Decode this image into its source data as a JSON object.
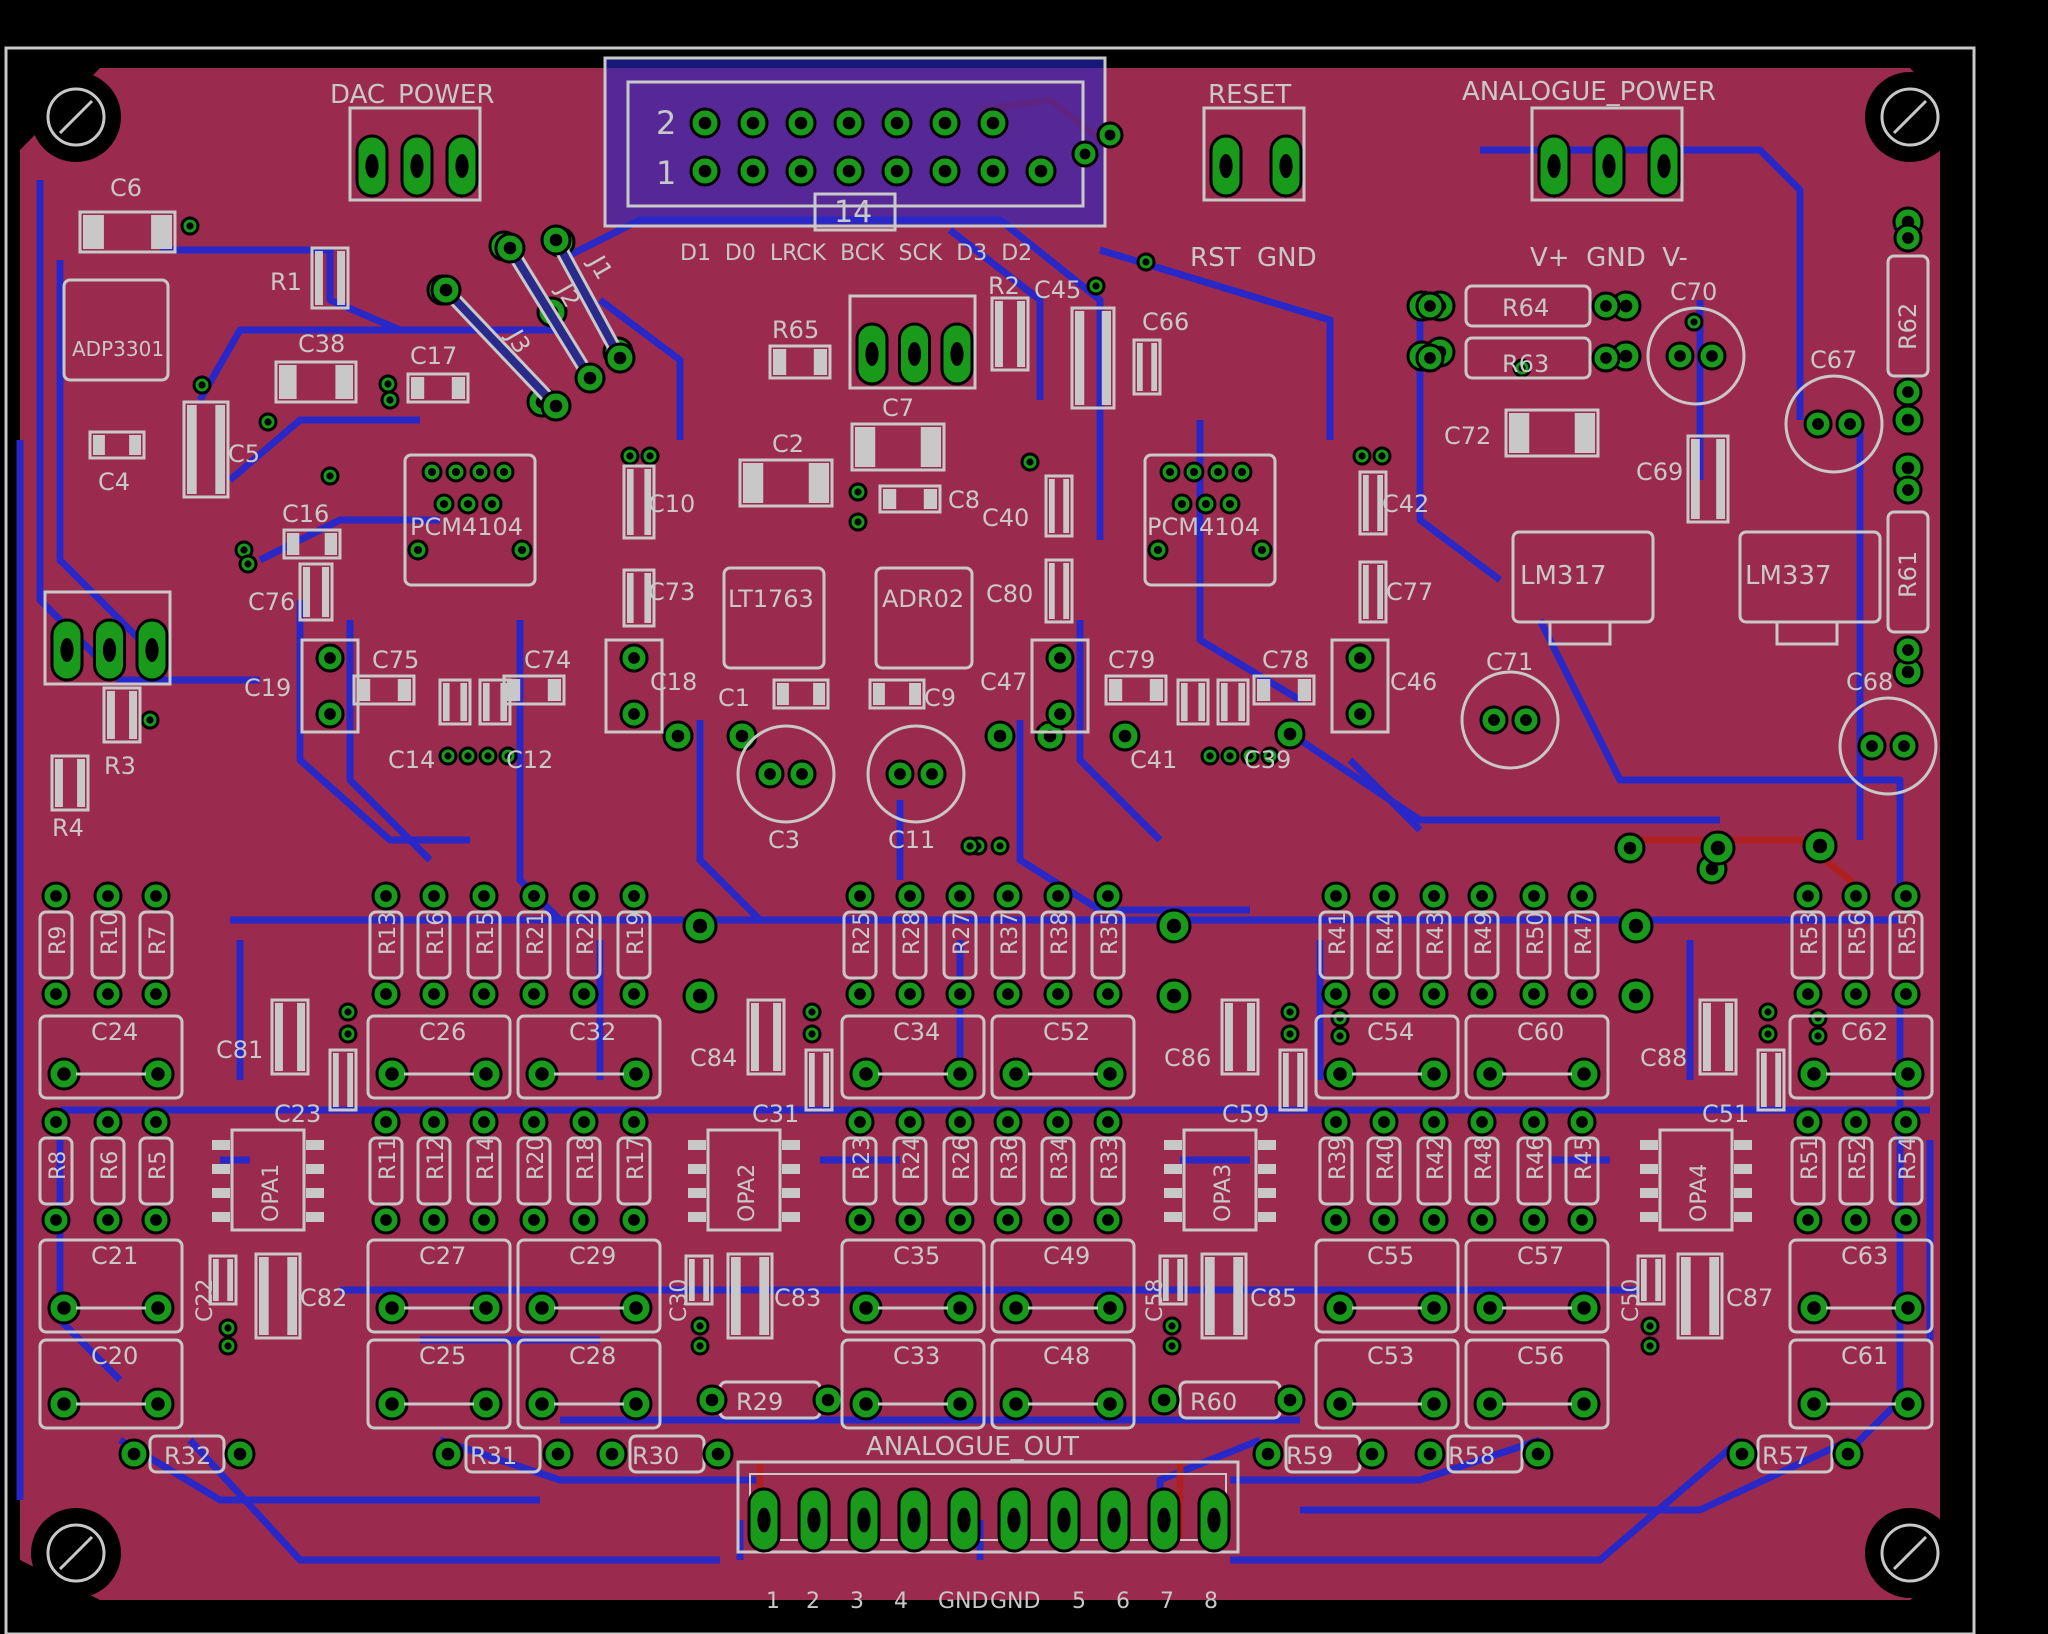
{
  "colors": {
    "background": "#000000",
    "board": "#9b2a4f",
    "bottom_trace": "#2828c8",
    "top_trace": "#b02020",
    "silk": "#c8c8c8",
    "pad": "#1a9a1a",
    "drill": "#000000"
  },
  "headers": {
    "dac_power": "DAC_POWER",
    "reset": "RESET",
    "analogue_power": "ANALOGUE_POWER",
    "analogue_out": "ANALOGUE_OUT"
  },
  "connector": {
    "row2": "2",
    "row1": "1",
    "pin14": "14",
    "signals": "D1  D0  LRCK  BCK  SCK  D3  D2"
  },
  "pin_labels": {
    "reset": "RST  GND",
    "power": "V+  GND  V-",
    "outputs": [
      "1",
      "2",
      "3",
      "4",
      "GND",
      "GND",
      "5",
      "6",
      "7",
      "8"
    ]
  },
  "ics": {
    "adp": "ADP3301",
    "pcm_left": "PCM4104",
    "pcm_right": "PCM4104",
    "lt": "LT1763",
    "adr": "ADR02",
    "lm317": "LM317",
    "lm337": "LM337",
    "opa": [
      "OPA1",
      "OPA2",
      "OPA3",
      "OPA4"
    ]
  },
  "labels": {
    "C6": "C6",
    "R1": "R1",
    "C38": "C38",
    "C17": "C17",
    "C5": "C5",
    "C4": "C4",
    "C16": "C16",
    "C76": "C76",
    "C19": "C19",
    "C75": "C75",
    "C74": "C74",
    "C18": "C18",
    "C14": "C14",
    "C12": "C12",
    "R3": "R3",
    "R4": "R4",
    "C10": "C10",
    "C73": "C73",
    "C2": "C2",
    "C7": "C7",
    "C8": "C8",
    "C1": "C1",
    "C9": "C9",
    "C3": "C3",
    "C11": "C11",
    "R65": "R65",
    "R2": "R2",
    "C45": "C45",
    "C66": "C66",
    "C40": "C40",
    "C80": "C80",
    "C47": "C47",
    "C79": "C79",
    "C78": "C78",
    "C46": "C46",
    "C41": "C41",
    "C39": "C39",
    "C42": "C42",
    "C77": "C77",
    "R64": "R64",
    "R63": "R63",
    "C70": "C70",
    "C72": "C72",
    "C69": "C69",
    "C67": "C67",
    "R62": "R62",
    "R61": "R61",
    "C71": "C71",
    "C68": "C68",
    "J1": "J1",
    "J2": "J2",
    "J3": "J3",
    "C81": "C81",
    "C84": "C84",
    "C86": "C86",
    "C88": "C88",
    "C23": "C23",
    "C31": "C31",
    "C59": "C59",
    "C51": "C51",
    "C22": "C22",
    "C30": "C30",
    "C58": "C58",
    "C50": "C50",
    "C82": "C82",
    "C83": "C83",
    "C85": "C85",
    "C87": "C87",
    "R29": "R29",
    "R60": "R60",
    "R32": "R32",
    "R31": "R31",
    "R30": "R30",
    "R59": "R59",
    "R58": "R58",
    "R57": "R57"
  },
  "resistor_rows": {
    "top": [
      [
        "R9",
        "R10",
        "R7"
      ],
      [
        "R13",
        "R16",
        "R15",
        "R21",
        "R22",
        "R19"
      ],
      [
        "R25",
        "R28",
        "R27",
        "R37",
        "R38",
        "R35"
      ],
      [
        "R41",
        "R44",
        "R43",
        "R49",
        "R50",
        "R47"
      ],
      [
        "R53",
        "R56",
        "R55"
      ]
    ],
    "bottom": [
      [
        "R8",
        "R6",
        "R5"
      ],
      [
        "R11",
        "R12",
        "R14",
        "R20",
        "R18",
        "R17"
      ],
      [
        "R23",
        "R24",
        "R26",
        "R36",
        "R34",
        "R33"
      ],
      [
        "R39",
        "R40",
        "R42",
        "R48",
        "R46",
        "R45"
      ],
      [
        "R51",
        "R52",
        "R54"
      ]
    ]
  },
  "cap_rows": {
    "row1": [
      "C24",
      "C26",
      "C32",
      "C34",
      "C52",
      "C54",
      "C60",
      "C62"
    ],
    "row2": [
      "C21",
      "C27",
      "C29",
      "C35",
      "C49",
      "C55",
      "C57",
      "C63"
    ],
    "row3": [
      "C20",
      "C25",
      "C28",
      "C33",
      "C48",
      "C53",
      "C56",
      "C61"
    ]
  }
}
